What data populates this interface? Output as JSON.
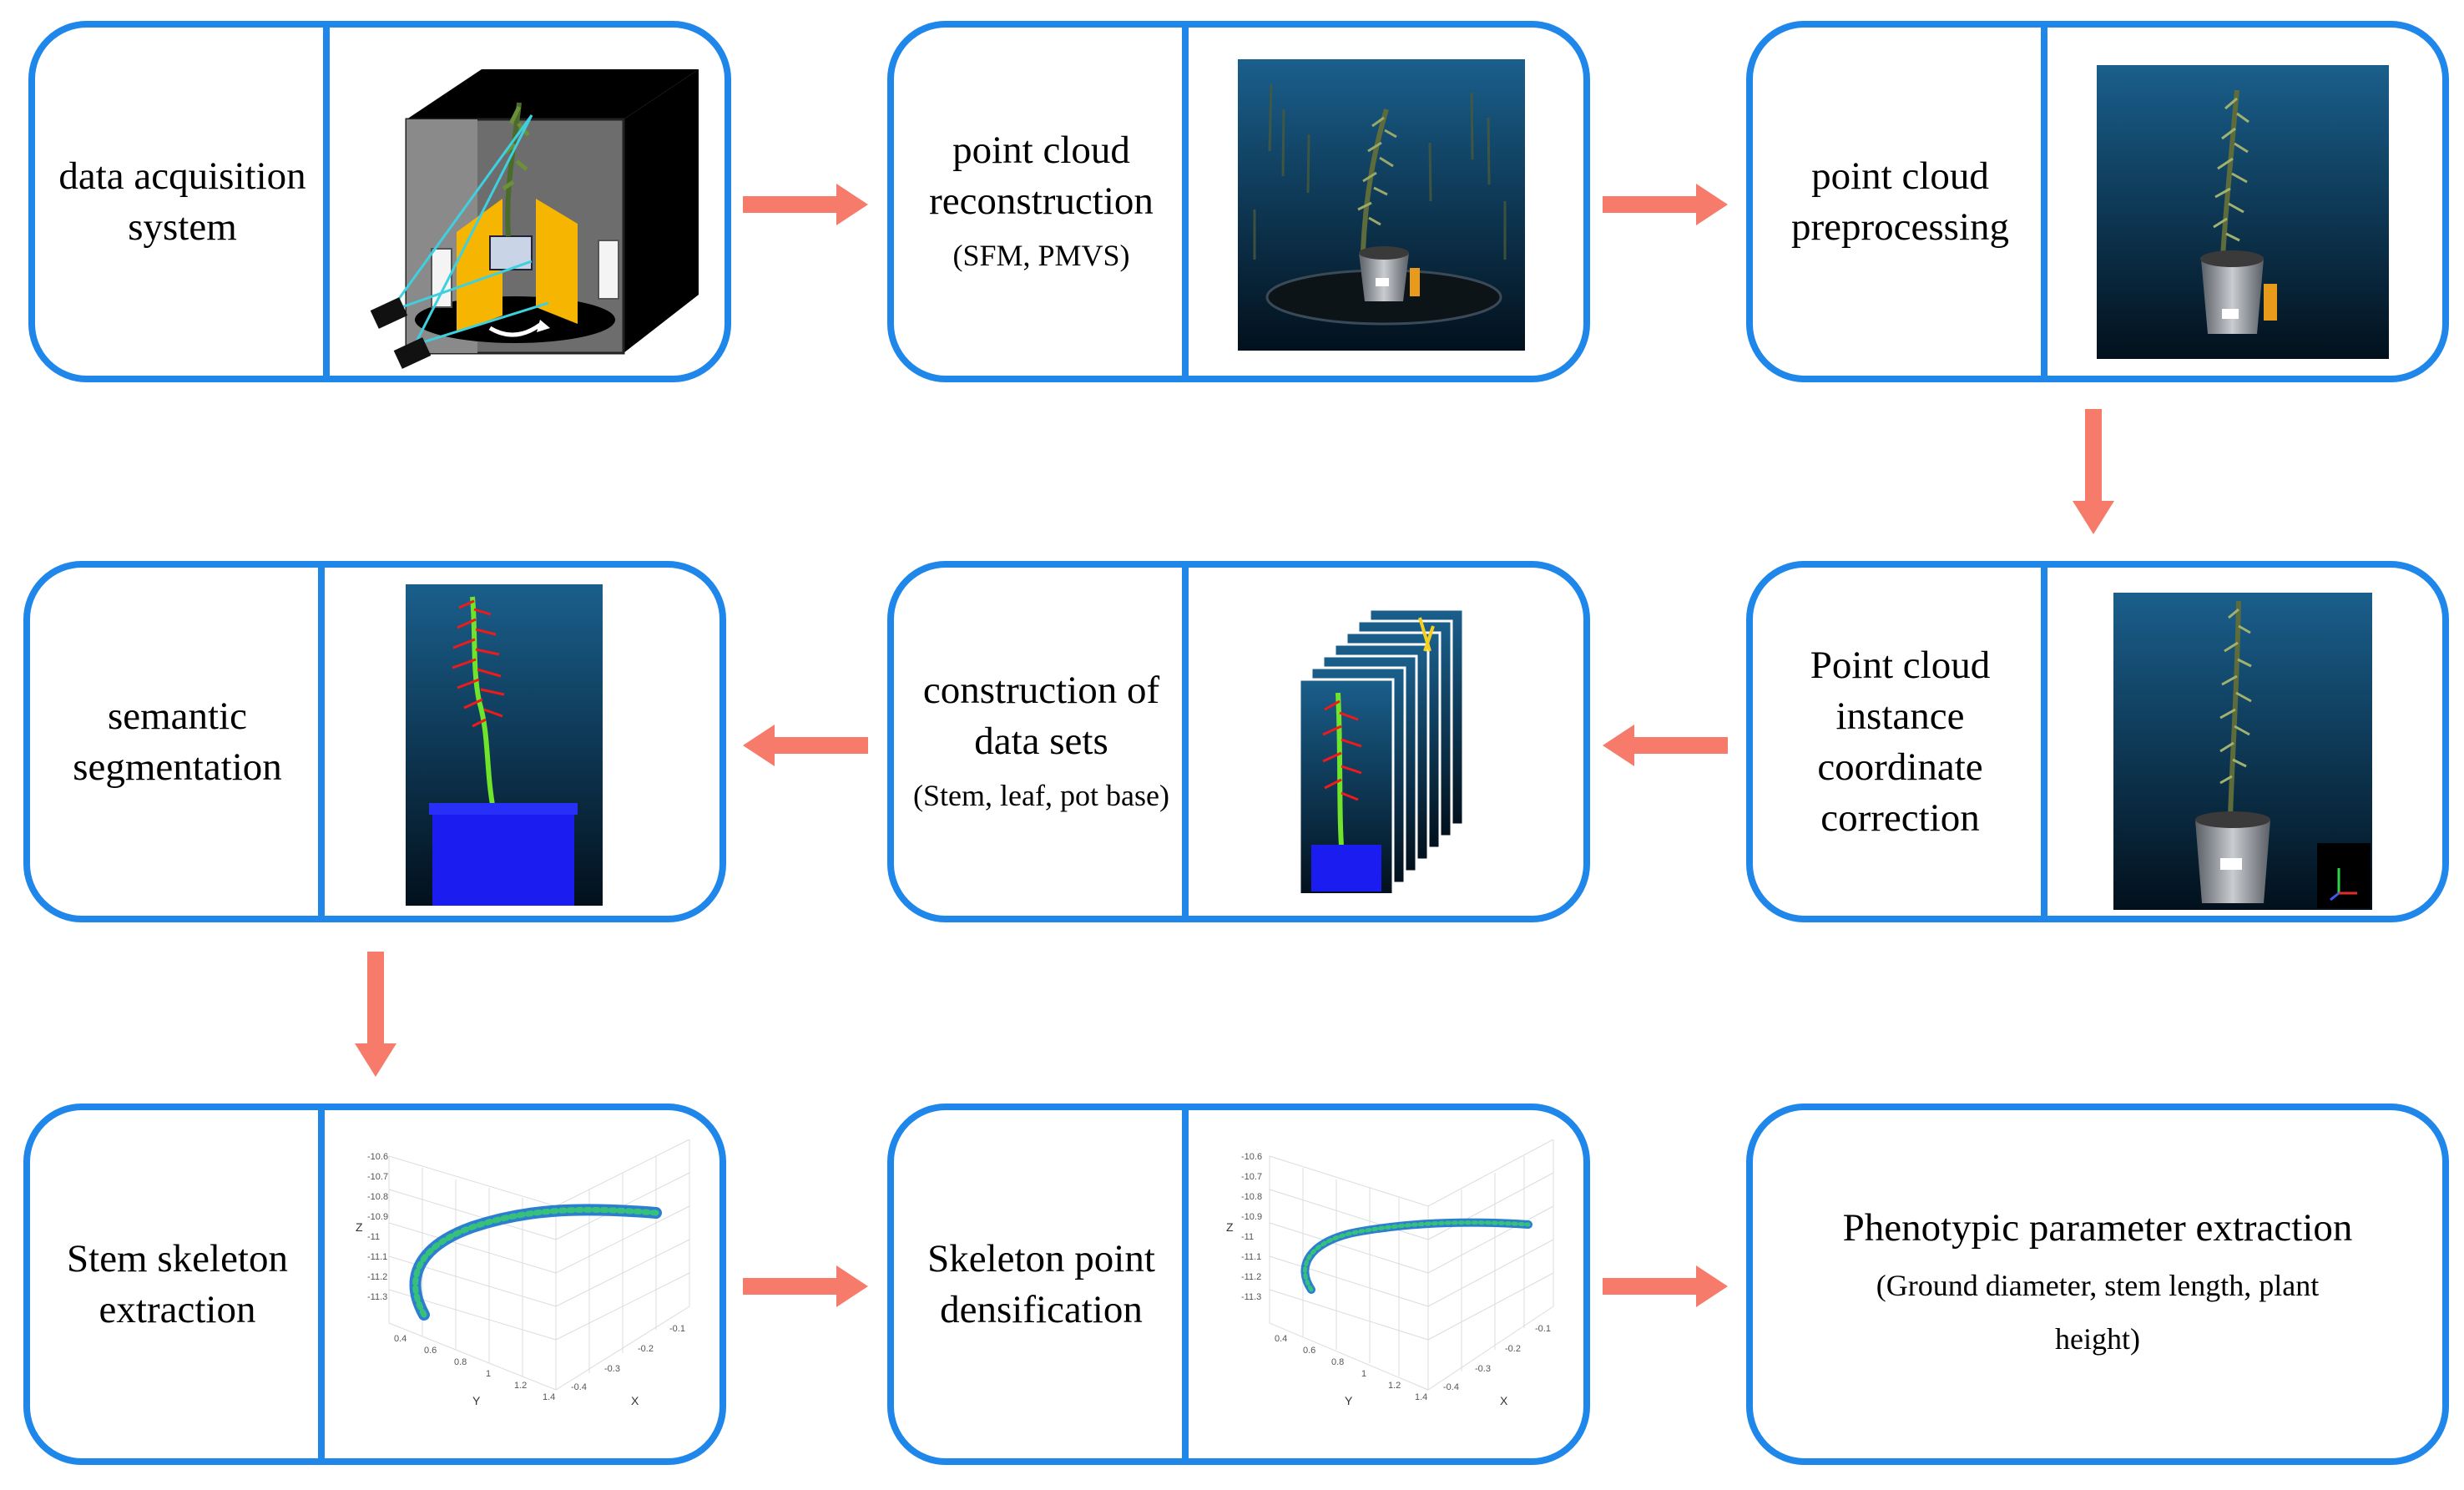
{
  "colors": {
    "border": "#1f86ea",
    "arrow": "#f77b6b",
    "scene_bg": "#0f3a5c"
  },
  "steps": [
    {
      "title": "data acquisition system",
      "sub": ""
    },
    {
      "title": "point cloud reconstruction",
      "sub": "(SFM, PMVS)"
    },
    {
      "title": "point cloud preprocessing",
      "sub": ""
    },
    {
      "title": "Point cloud instance coordinate correction",
      "sub": ""
    },
    {
      "title": "construction of data sets",
      "sub": "(Stem, leaf, pot base)"
    },
    {
      "title": "semantic segmentation",
      "sub": ""
    },
    {
      "title": "Stem skeleton extraction",
      "sub": ""
    },
    {
      "title": "Skeleton point densification",
      "sub": ""
    },
    {
      "title": "Phenotypic parameter extraction",
      "sub": "(Ground diameter, stem length, plant height)"
    }
  ],
  "plot": {
    "axis_labels": [
      "Y",
      "X",
      "Z"
    ],
    "z_ticks": [
      "-10.6",
      "-10.7",
      "-10.8",
      "-10.9",
      "-11",
      "-11.1",
      "-11.2",
      "-11.3"
    ],
    "y_ticks": [
      "0.4",
      "0.6",
      "0.8",
      "1",
      "1.2",
      "1.4"
    ],
    "x_ticks": [
      "-0.4",
      "-0.3",
      "-0.2",
      "-0.1"
    ]
  }
}
